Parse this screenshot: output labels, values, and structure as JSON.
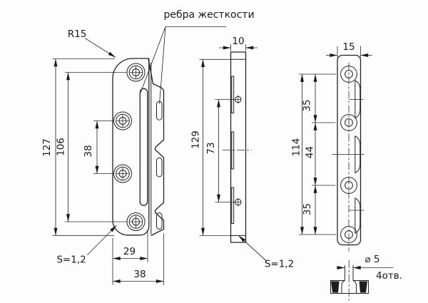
{
  "labels": {
    "stiffening_ribs": "ребра жесткости",
    "corner_radius": "R15",
    "sheet_thickness_front": "S=1,2",
    "sheet_thickness_side": "S=1,2",
    "hole_diameter": "⌀ 5",
    "hole_count": "4отв."
  },
  "front_view": {
    "total_height": "127",
    "outer_holes_spacing": "106",
    "middle_holes_spacing": "38",
    "plate_width": "29",
    "total_width": "38"
  },
  "side_view": {
    "thickness": "10",
    "total_height": "129",
    "holes_spacing": "73"
  },
  "back_plate_view": {
    "width": "15",
    "top_holes_spacing": "35",
    "middle_holes_spacing": "44",
    "bottom_holes_spacing": "35",
    "total_holes_spacing": "114"
  }
}
